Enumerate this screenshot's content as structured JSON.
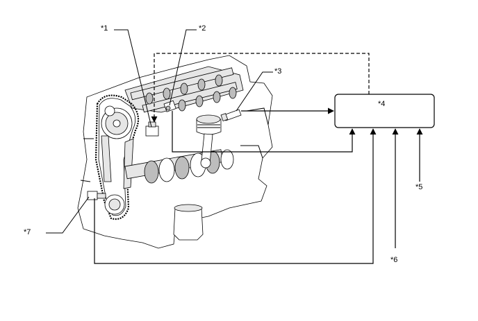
{
  "labels": {
    "c1": "*1",
    "c2": "*2",
    "c3": "*3",
    "c4": "*4",
    "c5": "*5",
    "c6": "*6",
    "c7": "*7"
  }
}
